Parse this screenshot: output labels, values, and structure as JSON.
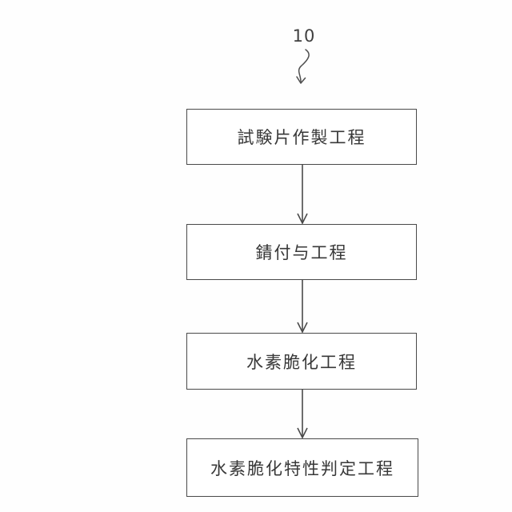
{
  "figure": {
    "reference_label": "10"
  },
  "flowchart": {
    "steps": [
      {
        "label": "試験片作製工程"
      },
      {
        "label": "錆付与工程"
      },
      {
        "label": "水素脆化工程"
      },
      {
        "label": "水素脆化特性判定工程"
      }
    ]
  },
  "icons": {
    "pointer": "squiggle-arrow-icon",
    "connectors": "down-arrow-icon"
  },
  "colors": {
    "line": "#4a4a4a",
    "text": "#383838",
    "background": "#fefefe",
    "box_fill": "#ffffff"
  }
}
